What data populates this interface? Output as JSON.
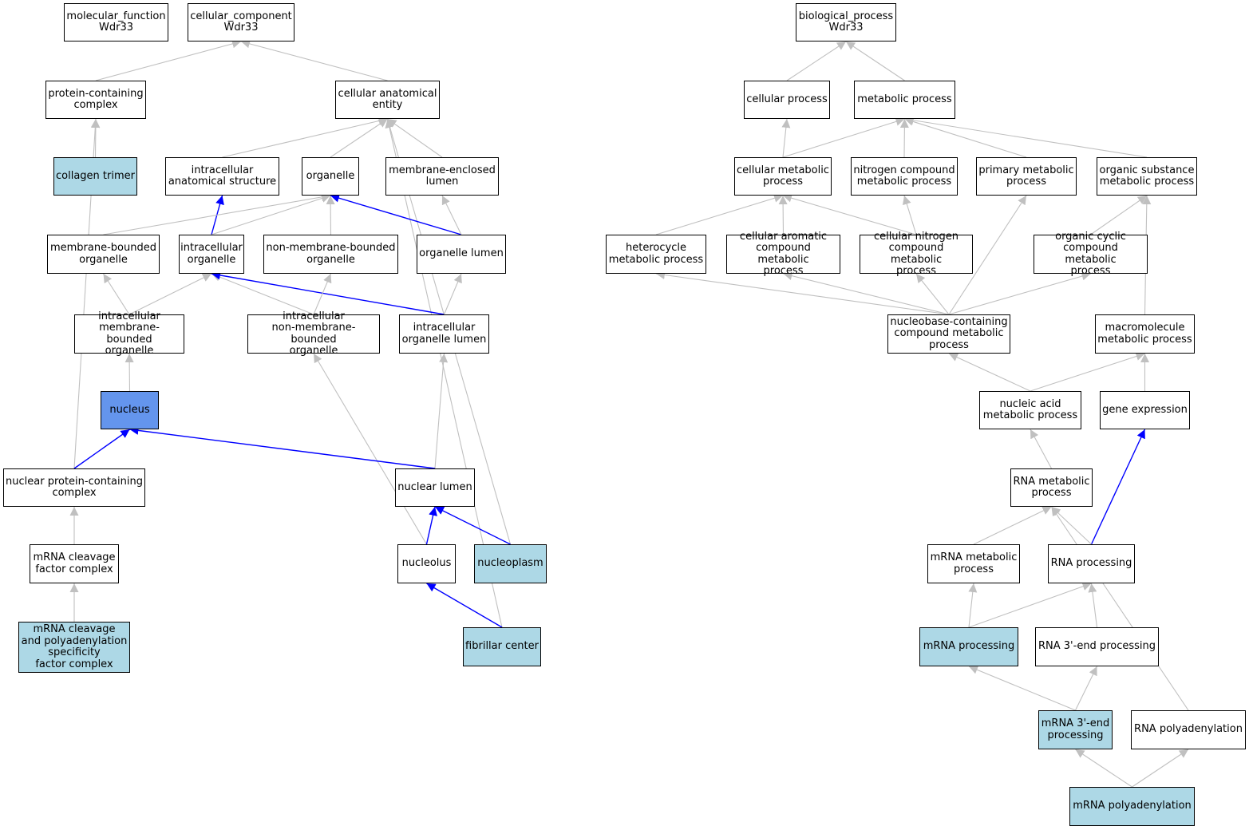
{
  "colors": {
    "background": "#ffffff",
    "default_node": "#ffffff",
    "annotated_node": "#add8e6",
    "focus_node": "#6495ed",
    "edge_gray": "#c0c0c0",
    "edge_blue": "#0000ff"
  },
  "nodes": [
    {
      "id": "mf_root",
      "label": "molecular_function\nWdr33",
      "style": "default"
    },
    {
      "id": "cc_root",
      "label": "cellular_component\nWdr33",
      "style": "default"
    },
    {
      "id": "bp_root",
      "label": "biological_process\nWdr33",
      "style": "default"
    },
    {
      "id": "prot_complex",
      "label": "protein-containing\ncomplex",
      "style": "default"
    },
    {
      "id": "cell_anat",
      "label": "cellular anatomical\nentity",
      "style": "default"
    },
    {
      "id": "cellular_process",
      "label": "cellular process",
      "style": "default"
    },
    {
      "id": "metabolic_process",
      "label": "metabolic process",
      "style": "default"
    },
    {
      "id": "collagen",
      "label": "collagen trimer",
      "style": "annotated"
    },
    {
      "id": "intra_anat",
      "label": "intracellular\nanatomical structure",
      "style": "default"
    },
    {
      "id": "organelle",
      "label": "organelle",
      "style": "default"
    },
    {
      "id": "memb_encl_lumen",
      "label": "membrane-enclosed\nlumen",
      "style": "default"
    },
    {
      "id": "cell_metab",
      "label": "cellular metabolic\nprocess",
      "style": "default"
    },
    {
      "id": "nitro_metab",
      "label": "nitrogen compound\nmetabolic process",
      "style": "default"
    },
    {
      "id": "primary_metab",
      "label": "primary metabolic\nprocess",
      "style": "default"
    },
    {
      "id": "organic_sub",
      "label": "organic substance\nmetabolic process",
      "style": "default"
    },
    {
      "id": "memb_bounded",
      "label": "membrane-bounded\norganelle",
      "style": "default"
    },
    {
      "id": "intra_organelle",
      "label": "intracellular\norganelle",
      "style": "default"
    },
    {
      "id": "nonmemb_bounded",
      "label": "non-membrane-bounded\norganelle",
      "style": "default"
    },
    {
      "id": "organelle_lumen",
      "label": "organelle lumen",
      "style": "default"
    },
    {
      "id": "heterocycle",
      "label": "heterocycle\nmetabolic process",
      "style": "default"
    },
    {
      "id": "cell_aromatic",
      "label": "cellular aromatic\ncompound metabolic\nprocess",
      "style": "default"
    },
    {
      "id": "cell_nitrogen",
      "label": "cellular nitrogen\ncompound metabolic\nprocess",
      "style": "default"
    },
    {
      "id": "org_cyclic",
      "label": "organic cyclic\ncompound metabolic\nprocess",
      "style": "default"
    },
    {
      "id": "intra_memb_bounded",
      "label": "intracellular\nmembrane-bounded\norganelle",
      "style": "default"
    },
    {
      "id": "intra_nonmemb",
      "label": "intracellular\nnon-membrane-bounded\norganelle",
      "style": "default"
    },
    {
      "id": "intra_org_lumen",
      "label": "intracellular\norganelle lumen",
      "style": "default"
    },
    {
      "id": "nucleobase",
      "label": "nucleobase-containing\ncompound metabolic\nprocess",
      "style": "default"
    },
    {
      "id": "macromolecule",
      "label": "macromolecule\nmetabolic process",
      "style": "default"
    },
    {
      "id": "nucleus",
      "label": "nucleus",
      "style": "focus"
    },
    {
      "id": "nucleic_acid",
      "label": "nucleic acid\nmetabolic process",
      "style": "default"
    },
    {
      "id": "gene_expr",
      "label": "gene expression",
      "style": "default"
    },
    {
      "id": "nuc_prot_complex",
      "label": "nuclear protein-containing\ncomplex",
      "style": "default"
    },
    {
      "id": "nuclear_lumen",
      "label": "nuclear lumen",
      "style": "default"
    },
    {
      "id": "rna_metab",
      "label": "RNA metabolic\nprocess",
      "style": "default"
    },
    {
      "id": "mrna_cleav_factor",
      "label": "mRNA cleavage\nfactor complex",
      "style": "default"
    },
    {
      "id": "nucleolus",
      "label": "nucleolus",
      "style": "default"
    },
    {
      "id": "nucleoplasm",
      "label": "nucleoplasm",
      "style": "annotated"
    },
    {
      "id": "mrna_metab",
      "label": "mRNA metabolic\nprocess",
      "style": "default"
    },
    {
      "id": "rna_processing",
      "label": "RNA processing",
      "style": "default"
    },
    {
      "id": "cpsf",
      "label": "mRNA cleavage\nand polyadenylation\nspecificity\nfactor complex",
      "style": "annotated"
    },
    {
      "id": "fibrillar",
      "label": "fibrillar center",
      "style": "annotated"
    },
    {
      "id": "mrna_processing",
      "label": "mRNA processing",
      "style": "annotated"
    },
    {
      "id": "rna_3end",
      "label": "RNA 3'-end processing",
      "style": "default"
    },
    {
      "id": "mrna_3end",
      "label": "mRNA 3'-end\nprocessing",
      "style": "annotated"
    },
    {
      "id": "rna_polyA",
      "label": "RNA polyadenylation",
      "style": "default"
    },
    {
      "id": "mrna_polyA",
      "label": "mRNA polyadenylation",
      "style": "annotated"
    }
  ],
  "edges": [
    {
      "from": "prot_complex",
      "to": "cc_root",
      "color": "gray"
    },
    {
      "from": "cell_anat",
      "to": "cc_root",
      "color": "gray"
    },
    {
      "from": "collagen",
      "to": "prot_complex",
      "color": "gray"
    },
    {
      "from": "nuc_prot_complex",
      "to": "prot_complex",
      "color": "gray"
    },
    {
      "from": "intra_anat",
      "to": "cell_anat",
      "color": "gray"
    },
    {
      "from": "organelle",
      "to": "cell_anat",
      "color": "gray"
    },
    {
      "from": "memb_encl_lumen",
      "to": "cell_anat",
      "color": "gray"
    },
    {
      "from": "nucleoplasm",
      "to": "cell_anat",
      "color": "gray"
    },
    {
      "from": "fibrillar",
      "to": "cell_anat",
      "color": "gray"
    },
    {
      "from": "intra_organelle",
      "to": "intra_anat",
      "color": "blue"
    },
    {
      "from": "memb_bounded",
      "to": "organelle",
      "color": "gray"
    },
    {
      "from": "intra_organelle",
      "to": "organelle",
      "color": "gray"
    },
    {
      "from": "nonmemb_bounded",
      "to": "organelle",
      "color": "gray"
    },
    {
      "from": "organelle_lumen",
      "to": "organelle",
      "color": "blue"
    },
    {
      "from": "organelle_lumen",
      "to": "memb_encl_lumen",
      "color": "gray"
    },
    {
      "from": "intra_memb_bounded",
      "to": "memb_bounded",
      "color": "gray"
    },
    {
      "from": "intra_memb_bounded",
      "to": "intra_organelle",
      "color": "gray"
    },
    {
      "from": "intra_nonmemb",
      "to": "intra_organelle",
      "color": "gray"
    },
    {
      "from": "intra_org_lumen",
      "to": "intra_organelle",
      "color": "blue"
    },
    {
      "from": "intra_nonmemb",
      "to": "nonmemb_bounded",
      "color": "gray"
    },
    {
      "from": "intra_org_lumen",
      "to": "organelle_lumen",
      "color": "gray"
    },
    {
      "from": "nucleus",
      "to": "intra_memb_bounded",
      "color": "gray"
    },
    {
      "from": "nucleolus",
      "to": "intra_nonmemb",
      "color": "gray"
    },
    {
      "from": "nuclear_lumen",
      "to": "intra_org_lumen",
      "color": "gray"
    },
    {
      "from": "nuc_prot_complex",
      "to": "nucleus",
      "color": "blue"
    },
    {
      "from": "nuclear_lumen",
      "to": "nucleus",
      "color": "blue"
    },
    {
      "from": "mrna_cleav_factor",
      "to": "nuc_prot_complex",
      "color": "gray"
    },
    {
      "from": "cpsf",
      "to": "mrna_cleav_factor",
      "color": "gray"
    },
    {
      "from": "nucleolus",
      "to": "nuclear_lumen",
      "color": "blue"
    },
    {
      "from": "nucleoplasm",
      "to": "nuclear_lumen",
      "color": "blue"
    },
    {
      "from": "fibrillar",
      "to": "nucleolus",
      "color": "blue"
    },
    {
      "from": "cellular_process",
      "to": "bp_root",
      "color": "gray"
    },
    {
      "from": "metabolic_process",
      "to": "bp_root",
      "color": "gray"
    },
    {
      "from": "cell_metab",
      "to": "cellular_process",
      "color": "gray"
    },
    {
      "from": "cell_metab",
      "to": "metabolic_process",
      "color": "gray"
    },
    {
      "from": "nitro_metab",
      "to": "metabolic_process",
      "color": "gray"
    },
    {
      "from": "primary_metab",
      "to": "metabolic_process",
      "color": "gray"
    },
    {
      "from": "organic_sub",
      "to": "metabolic_process",
      "color": "gray"
    },
    {
      "from": "heterocycle",
      "to": "cell_metab",
      "color": "gray"
    },
    {
      "from": "cell_aromatic",
      "to": "cell_metab",
      "color": "gray"
    },
    {
      "from": "cell_nitrogen",
      "to": "cell_metab",
      "color": "gray"
    },
    {
      "from": "cell_nitrogen",
      "to": "nitro_metab",
      "color": "gray"
    },
    {
      "from": "nucleobase",
      "to": "primary_metab",
      "color": "gray"
    },
    {
      "from": "org_cyclic",
      "to": "organic_sub",
      "color": "gray"
    },
    {
      "from": "macromolecule",
      "to": "organic_sub",
      "color": "gray"
    },
    {
      "from": "nucleobase",
      "to": "heterocycle",
      "color": "gray"
    },
    {
      "from": "nucleobase",
      "to": "cell_aromatic",
      "color": "gray"
    },
    {
      "from": "nucleobase",
      "to": "cell_nitrogen",
      "color": "gray"
    },
    {
      "from": "nucleobase",
      "to": "org_cyclic",
      "color": "gray"
    },
    {
      "from": "nucleic_acid",
      "to": "nucleobase",
      "color": "gray"
    },
    {
      "from": "nucleic_acid",
      "to": "macromolecule",
      "color": "gray"
    },
    {
      "from": "gene_expr",
      "to": "macromolecule",
      "color": "gray"
    },
    {
      "from": "rna_metab",
      "to": "nucleic_acid",
      "color": "gray"
    },
    {
      "from": "rna_processing",
      "to": "gene_expr",
      "color": "blue"
    },
    {
      "from": "mrna_metab",
      "to": "rna_metab",
      "color": "gray"
    },
    {
      "from": "rna_processing",
      "to": "rna_metab",
      "color": "gray"
    },
    {
      "from": "rna_polyA",
      "to": "rna_metab",
      "color": "gray"
    },
    {
      "from": "mrna_processing",
      "to": "mrna_metab",
      "color": "gray"
    },
    {
      "from": "mrna_processing",
      "to": "rna_processing",
      "color": "gray"
    },
    {
      "from": "rna_3end",
      "to": "rna_processing",
      "color": "gray"
    },
    {
      "from": "mrna_3end",
      "to": "mrna_processing",
      "color": "gray"
    },
    {
      "from": "mrna_3end",
      "to": "rna_3end",
      "color": "gray"
    },
    {
      "from": "mrna_polyA",
      "to": "mrna_3end",
      "color": "gray"
    },
    {
      "from": "mrna_polyA",
      "to": "rna_polyA",
      "color": "gray"
    }
  ]
}
